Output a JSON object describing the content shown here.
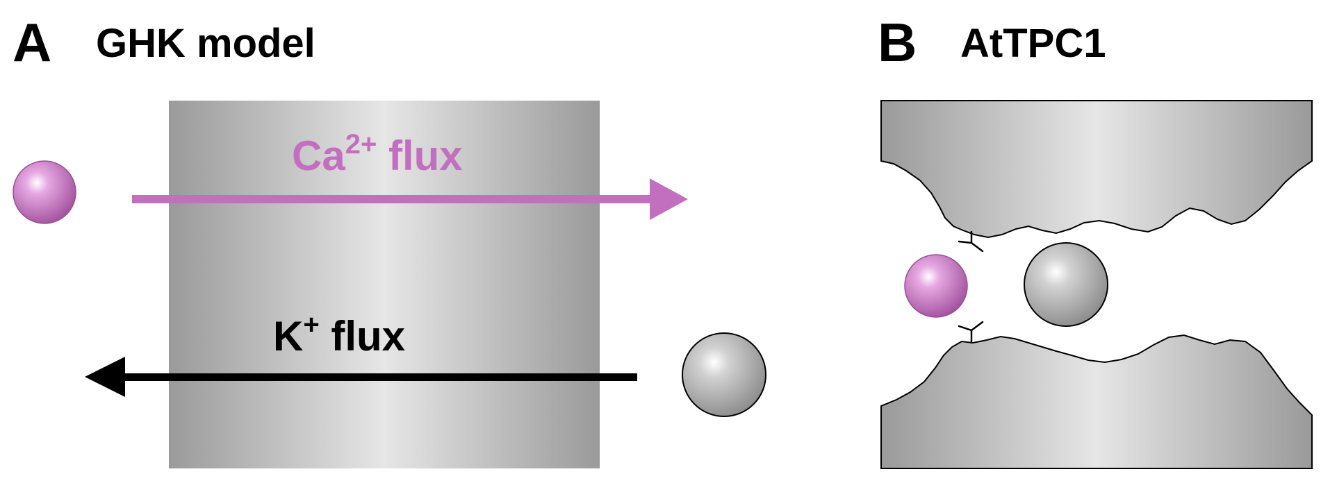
{
  "panel_a": {
    "letter": "A",
    "title": "GHK model",
    "ca_flux": {
      "ion": "Ca",
      "charge": "2+",
      "suffix": " flux",
      "color": "#c36fbf"
    },
    "k_flux": {
      "ion": "K",
      "charge": "+",
      "suffix": " flux",
      "color": "#000000"
    }
  },
  "panel_b": {
    "letter": "B",
    "title": "AtTPC1"
  },
  "colors": {
    "membrane_dark": "#9a9a9a",
    "membrane_light": "#e6e6e6",
    "calcium_ion": "#c36fbf",
    "potassium_ion": "#b5b5b5",
    "outline": "#000000"
  },
  "icons": [
    "calcium-ion-icon",
    "potassium-ion-icon",
    "arrow-right-icon",
    "arrow-left-icon",
    "binding-site-icon"
  ]
}
